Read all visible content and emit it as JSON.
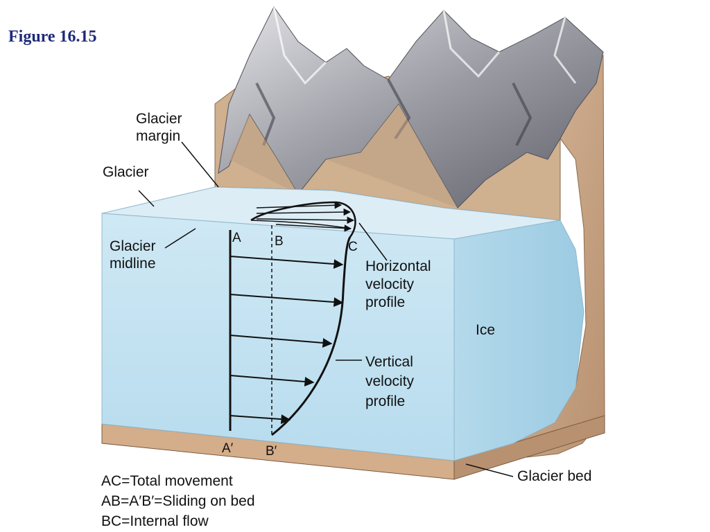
{
  "figure": {
    "title": "Figure 16.15"
  },
  "labels": {
    "glacier": "Glacier",
    "glacier_margin": [
      "Glacier",
      "margin"
    ],
    "glacier_midline": [
      "Glacier",
      "midline"
    ],
    "horizontal_profile": [
      "Horizontal",
      "velocity",
      "profile"
    ],
    "vertical_profile": [
      "Vertical",
      "velocity",
      "profile"
    ],
    "ice": "Ice",
    "glacier_bed": "Glacier bed"
  },
  "points": {
    "a": "A",
    "b": "B",
    "c": "C",
    "a_prime": "A′",
    "b_prime": "B′"
  },
  "legend": [
    "AC=Total movement",
    "AB=A′B′=Sliding on bed",
    "BC=Internal flow"
  ],
  "colors": {
    "ice_top": "#d9ecf5",
    "ice_front": "#bfe0ef",
    "ice_side": "#a9d3e7",
    "rock": "#c9a98a",
    "rock_dark": "#b18c6c",
    "bed": "#d4ad8a",
    "mountain_light": "#d8d8dc",
    "mountain_dark": "#6f7078",
    "title": "#1f2a78",
    "line": "#111111"
  },
  "icons": [
    "mountain-peaks-illustration"
  ]
}
